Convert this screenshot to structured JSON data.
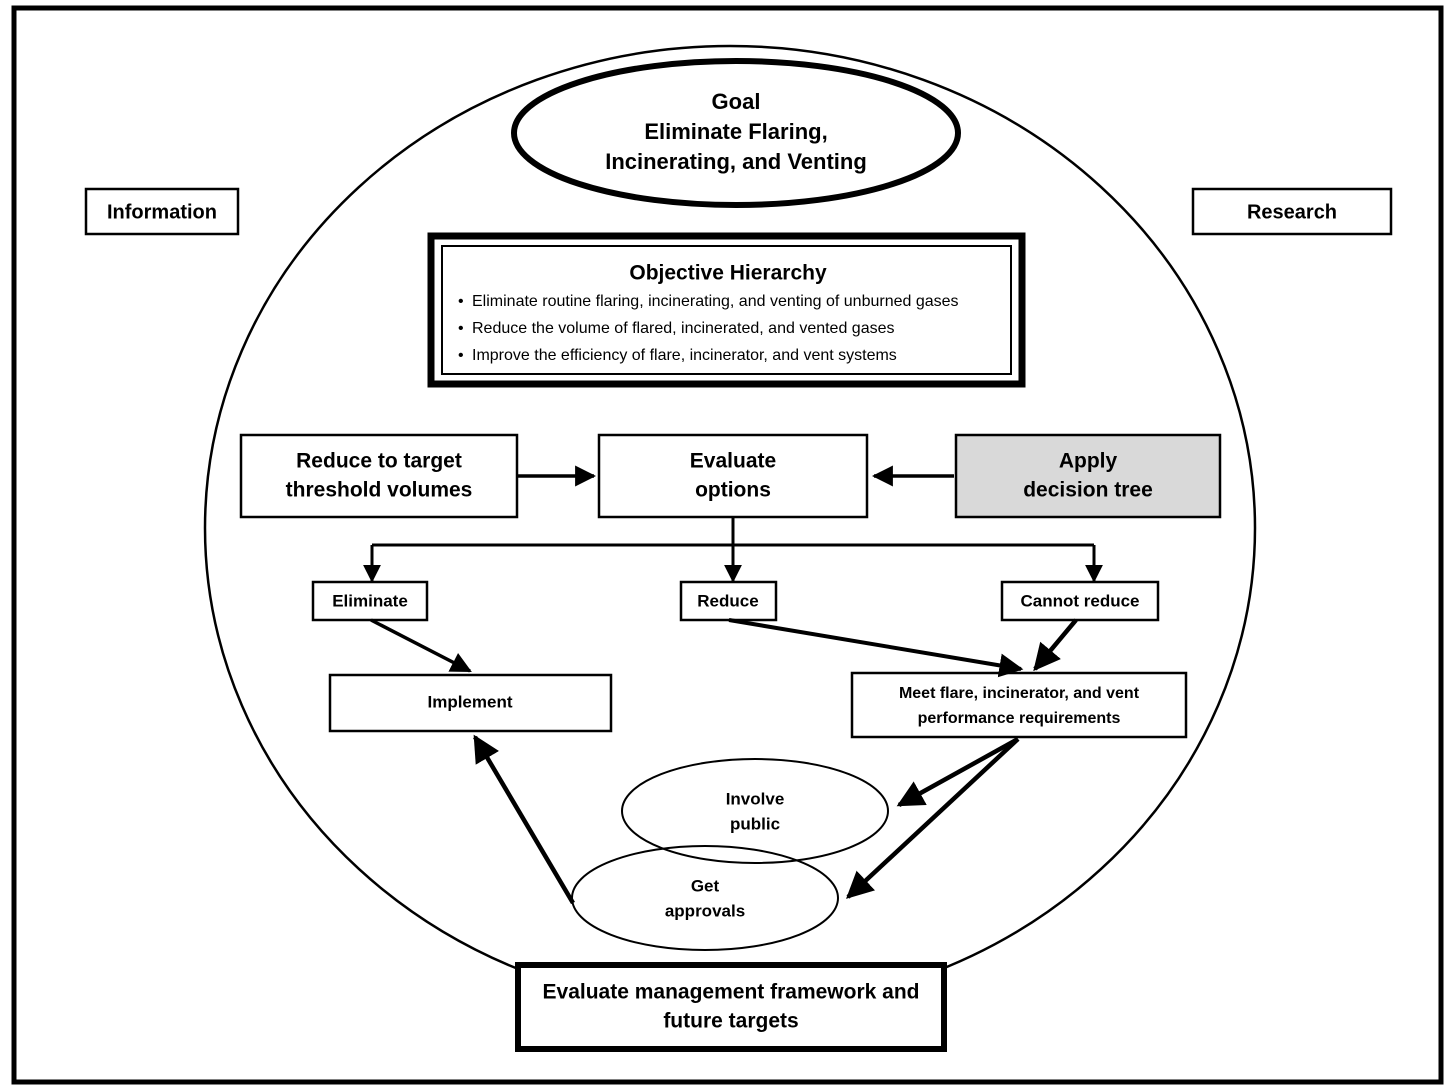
{
  "frame": {
    "border_color": "#000000",
    "background": "#ffffff"
  },
  "side_labels": {
    "left": "Information",
    "right": "Research"
  },
  "goal": {
    "line1": "Goal",
    "line2": "Eliminate Flaring,",
    "line3": "Incinerating, and Venting"
  },
  "objective_hierarchy": {
    "title": "Objective Hierarchy",
    "bullets": [
      "Eliminate routine flaring, incinerating, and venting of unburned gases",
      "Reduce the volume of flared, incinerated, and vented gases",
      "Improve the efficiency of flare, incinerator, and vent systems"
    ],
    "bullet_glyph": "•"
  },
  "process_row": {
    "reduce_target": {
      "line1": "Reduce to target",
      "line2": "threshold volumes"
    },
    "evaluate": {
      "line1": "Evaluate",
      "line2": "options"
    },
    "decision_tree": {
      "line1": "Apply",
      "line2": "decision tree",
      "fill": "#d9d9d9"
    }
  },
  "outcomes": {
    "eliminate": "Eliminate",
    "reduce": "Reduce",
    "cannot_reduce": "Cannot reduce"
  },
  "actions": {
    "implement": "Implement",
    "meet_performance": {
      "line1": "Meet flare, incinerator, and vent",
      "line2": "performance requirements"
    }
  },
  "ellipses": {
    "involve_public": {
      "line1": "Involve",
      "line2": "public"
    },
    "get_approvals": {
      "line1": "Get",
      "line2": "approvals"
    }
  },
  "evaluate_framework": {
    "line1": "Evaluate management framework and",
    "line2": "future targets"
  }
}
